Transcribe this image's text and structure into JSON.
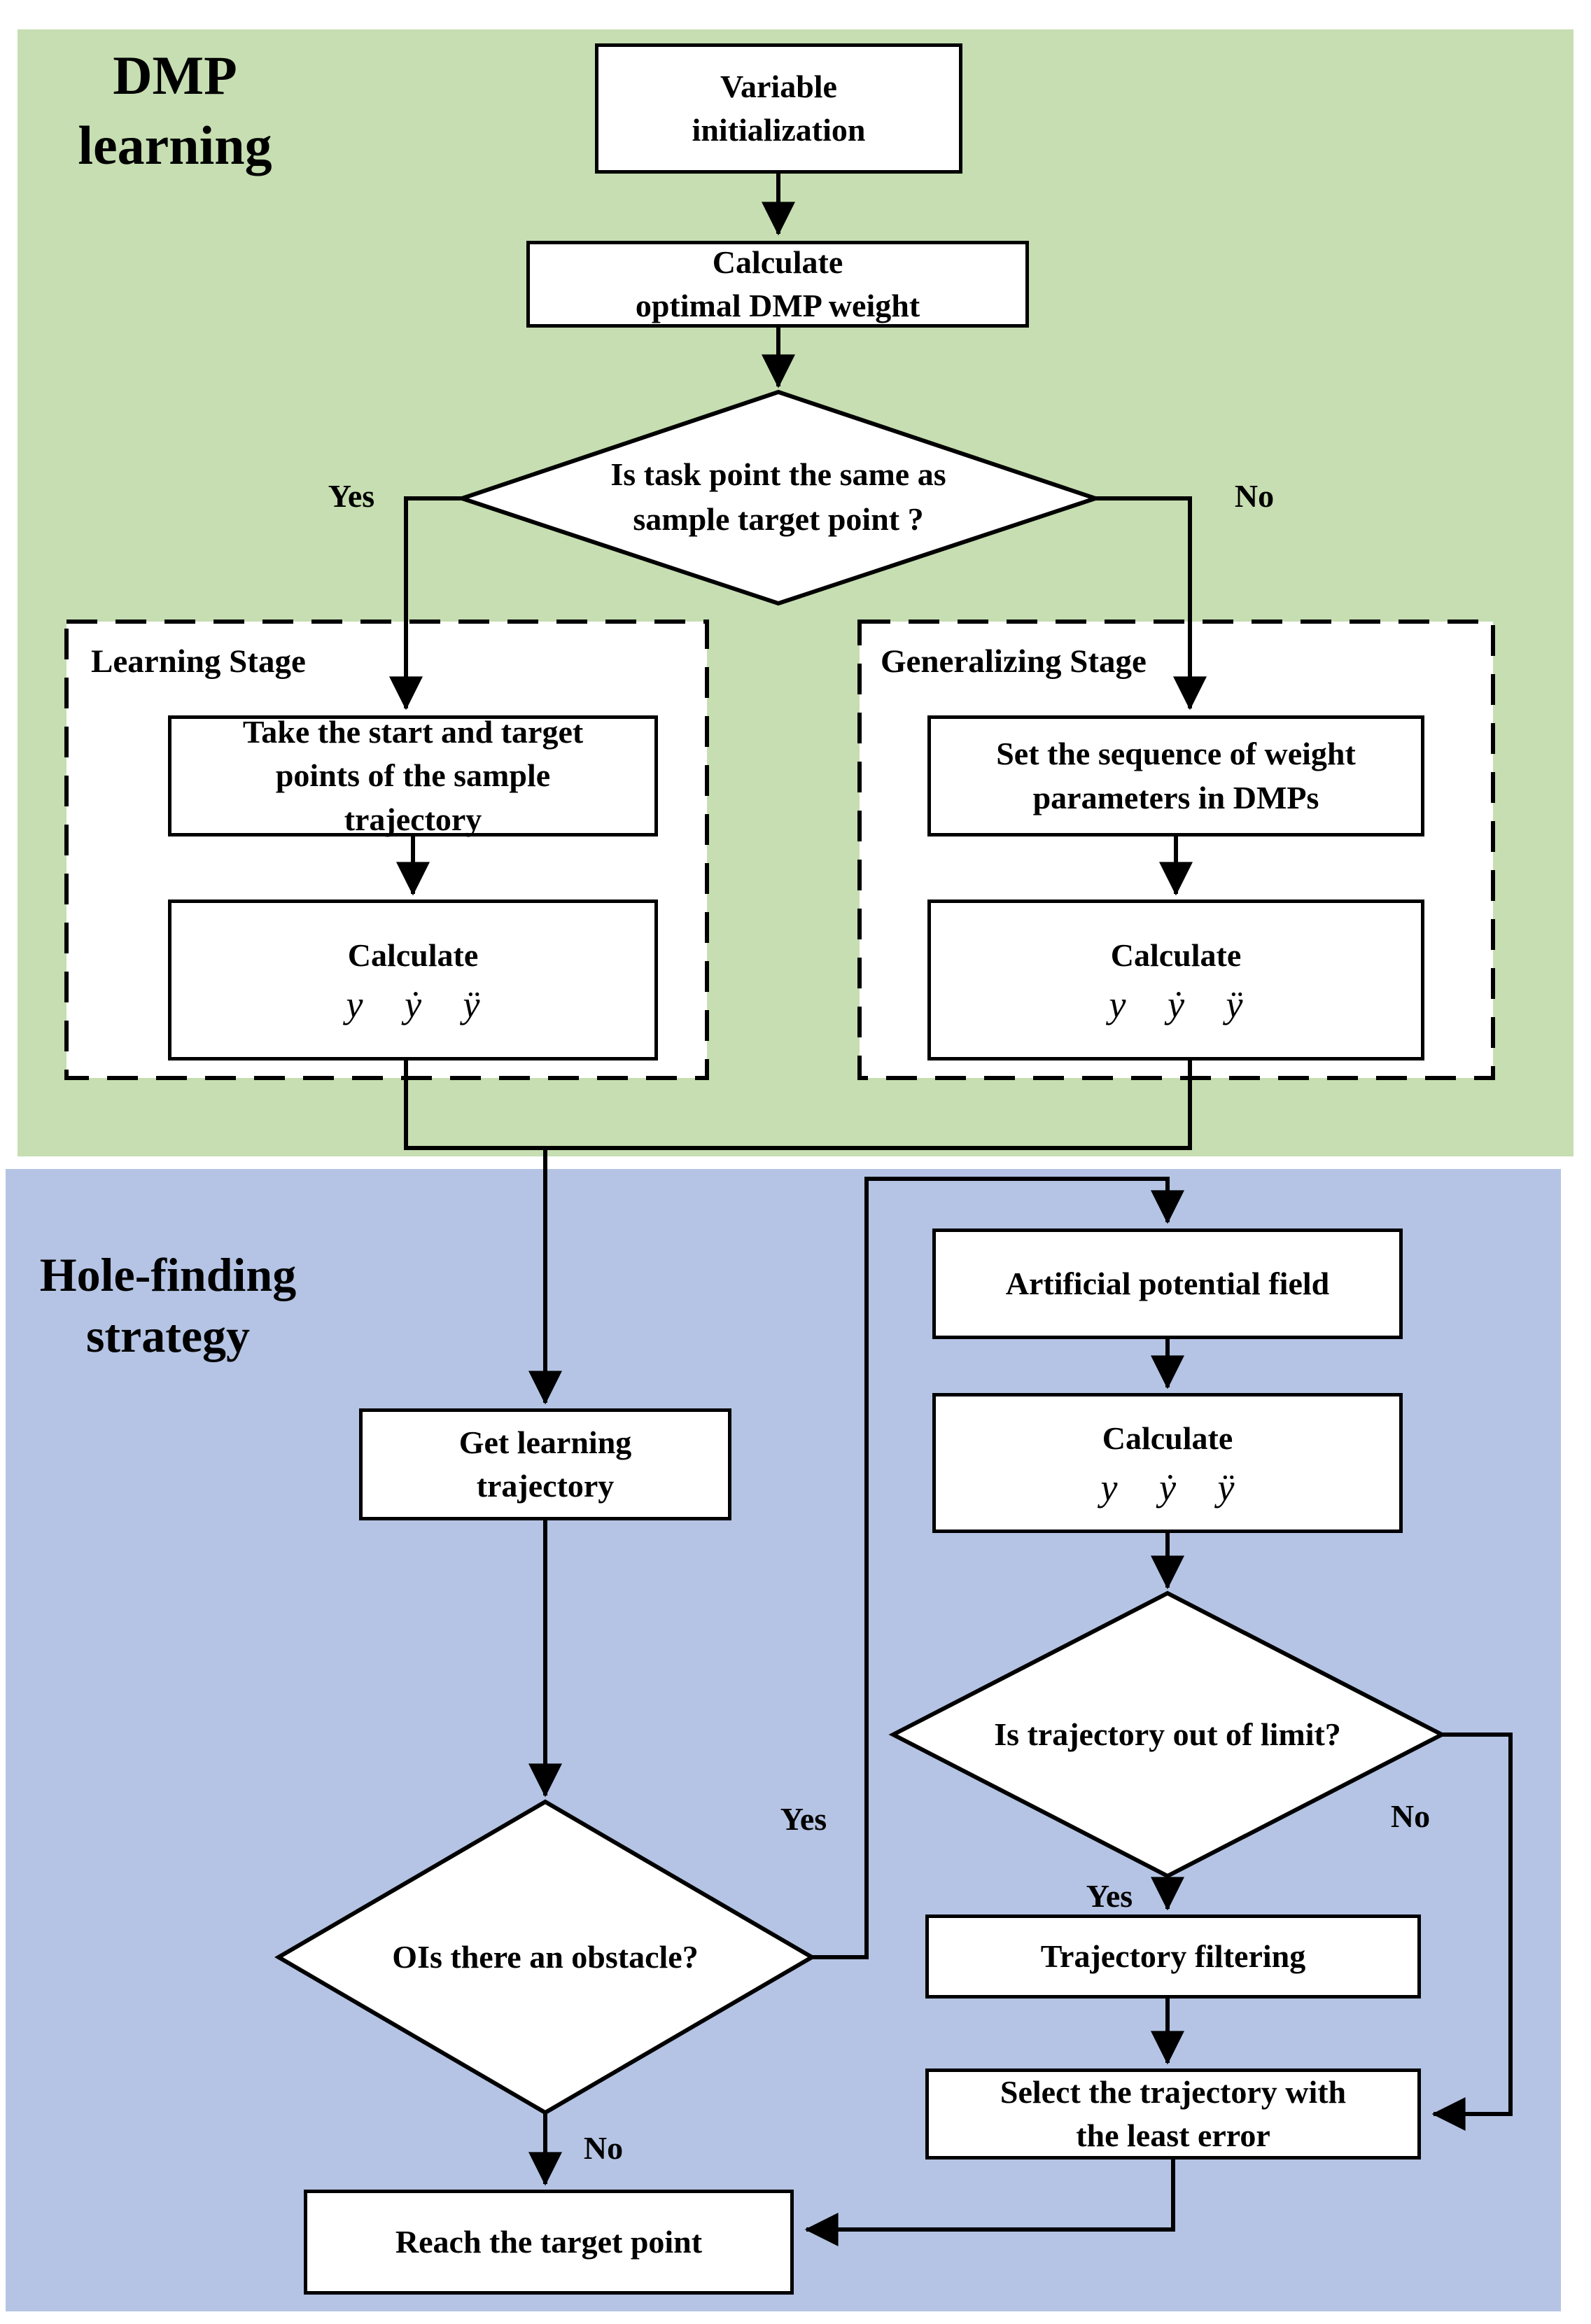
{
  "figure": {
    "type": "flowchart",
    "sections": {
      "dmp": {
        "title_line1": "DMP",
        "title_line2": "learning",
        "bg_color": "#c6deb1"
      },
      "hole": {
        "title_line1": "Hole-finding",
        "title_line2": "strategy",
        "bg_color": "#b5c4e4"
      }
    },
    "colors": {
      "box_fill": "#ffffff",
      "line": "#000000",
      "text": "#000000"
    }
  },
  "boxes": {
    "var_init": {
      "l1": "Variable",
      "l2": "initialization"
    },
    "calc_weight": {
      "l1": "Calculate",
      "l2": "optimal DMP weight"
    },
    "take_start": {
      "l1": "Take the start and target",
      "l2": "points of the sample",
      "l3": "trajectory"
    },
    "calc_left": {
      "l1": "Calculate",
      "math": "y ẏ ÿ"
    },
    "set_seq": {
      "l1": "Set the sequence of weight",
      "l2": "parameters in DMPs"
    },
    "calc_right": {
      "l1": "Calculate",
      "math": "y ẏ ÿ"
    },
    "get_traj": {
      "l1": "Get learning",
      "l2": "trajectory"
    },
    "apf": {
      "l1": "Artificial potential field"
    },
    "calc_blue": {
      "l1": "Calculate",
      "math": "y ẏ ÿ"
    },
    "traj_filter": {
      "l1": "Trajectory filtering"
    },
    "select_traj": {
      "l1": "Select the trajectory with",
      "l2": "the least error"
    },
    "reach": {
      "l1": "Reach the target point"
    }
  },
  "decisions": {
    "task": {
      "l1": "Is task point the same as",
      "l2": "sample target point ?"
    },
    "obstacle": {
      "l1": "OIs there an obstacle?"
    },
    "limit": {
      "l1": "Is trajectory out of limit?"
    }
  },
  "stages": {
    "learning": "Learning Stage",
    "generalizing": "Generalizing Stage"
  },
  "labels": {
    "task_yes": "Yes",
    "task_no": "No",
    "obstacle_yes": "Yes",
    "obstacle_no": "No",
    "limit_yes": "Yes",
    "limit_no": "No"
  }
}
